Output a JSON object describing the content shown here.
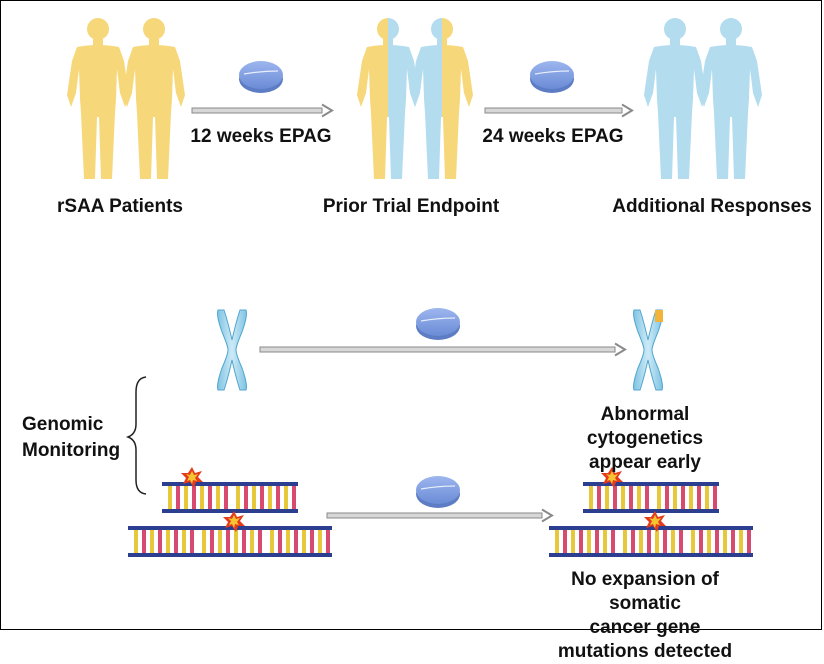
{
  "top_row": {
    "stage_labels": [
      "rSAA Patients",
      "Prior Trial Endpoint",
      "Additional Responses"
    ],
    "arrow_labels": [
      "12 weeks EPAG",
      "24 weeks EPAG"
    ]
  },
  "bottom_section": {
    "group_label": "Genomic\nMonitoring",
    "cytogenetics_label": "Abnormal cytogenetics\nappear early",
    "mutation_label": "No expansion of somatic\ncancer gene mutations detected"
  },
  "colors": {
    "patient_yellow": "#f6d77a",
    "patient_blue": "#b3dcef",
    "pill": "#7f9fe0",
    "chromosome": "#9fd3ea",
    "abnormal_band": "#f2b33a",
    "dna_backbone": "#2c3e8f",
    "arrow": "#9a9a9a"
  }
}
